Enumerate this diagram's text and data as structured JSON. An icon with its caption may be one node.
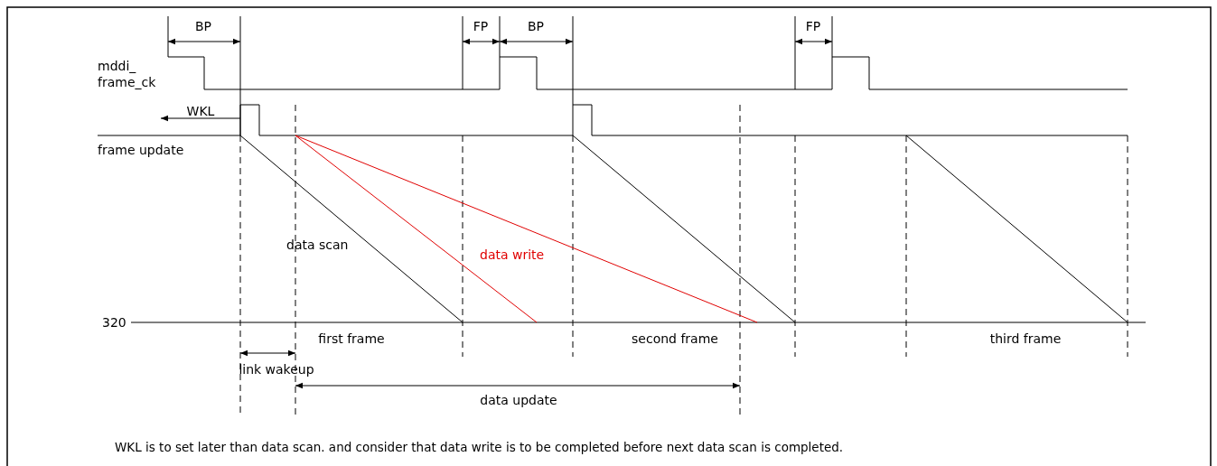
{
  "diagram": {
    "caption": "WKL is to set later than data scan. and consider that data write is to be completed before next data scan is completed.",
    "labels": [
      "BP",
      "FP",
      "BP",
      "FP",
      "mddi_ frame_ck",
      "WKL",
      "frame update",
      "data scan",
      "data write",
      "320",
      "first frame",
      "second frame",
      "third frame",
      "link wakeup",
      "data update"
    ]
  }
}
